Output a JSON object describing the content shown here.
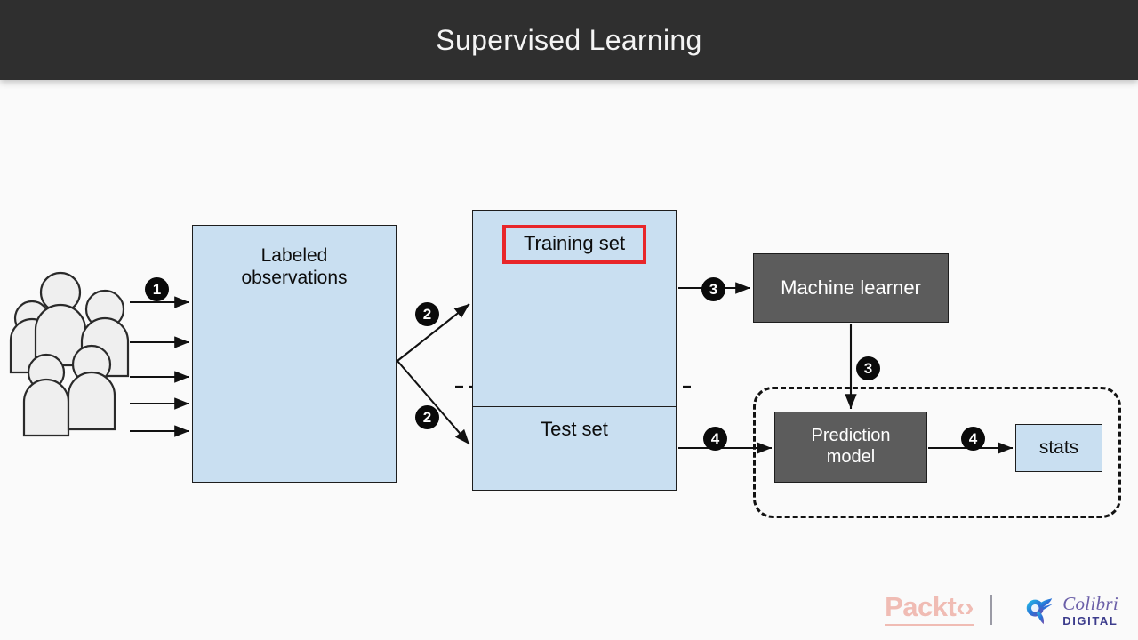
{
  "header": {
    "title": "Supervised Learning",
    "bg_color": "#2f2f2f",
    "text_color": "#f4f4f4"
  },
  "colors": {
    "page_bg": "#fafafa",
    "box_blue_fill": "#c9dff1",
    "box_gray_fill": "#5c5c5c",
    "stroke": "#1d1d1d",
    "highlight_red": "#e8262a",
    "badge_bg": "#0a0a0a",
    "badge_text": "#ffffff",
    "packt_pink": "#f0bcb4",
    "colibri_purple": "#6b5fa8"
  },
  "diagram": {
    "people_group": {
      "label": "people-group",
      "count": 5
    },
    "nodes": {
      "labeled_observations": {
        "label": "Labeled\nobservations",
        "line1": "Labeled",
        "line2": "observations",
        "style": "blue"
      },
      "training_set": {
        "label": "Training set",
        "style": "blue",
        "highlighted": true
      },
      "test_set": {
        "label": "Test set",
        "style": "blue"
      },
      "machine_learner": {
        "label": "Machine learner",
        "style": "gray"
      },
      "prediction_model": {
        "label": "Prediction\nmodel",
        "line1": "Prediction",
        "line2": "model",
        "style": "gray"
      },
      "stats": {
        "label": "stats",
        "style": "blue"
      }
    },
    "badges": [
      {
        "id": "badge-1",
        "number": "1"
      },
      {
        "id": "badge-2a",
        "number": "2"
      },
      {
        "id": "badge-2b",
        "number": "2"
      },
      {
        "id": "badge-3a",
        "number": "3"
      },
      {
        "id": "badge-3b",
        "number": "3"
      },
      {
        "id": "badge-4a",
        "number": "4"
      },
      {
        "id": "badge-4b",
        "number": "4"
      }
    ]
  },
  "footer": {
    "packt_label": "Packt‹›",
    "packt_text": "Packt",
    "colibri_word": "Colibri",
    "colibri_digital": "DIGITAL"
  }
}
